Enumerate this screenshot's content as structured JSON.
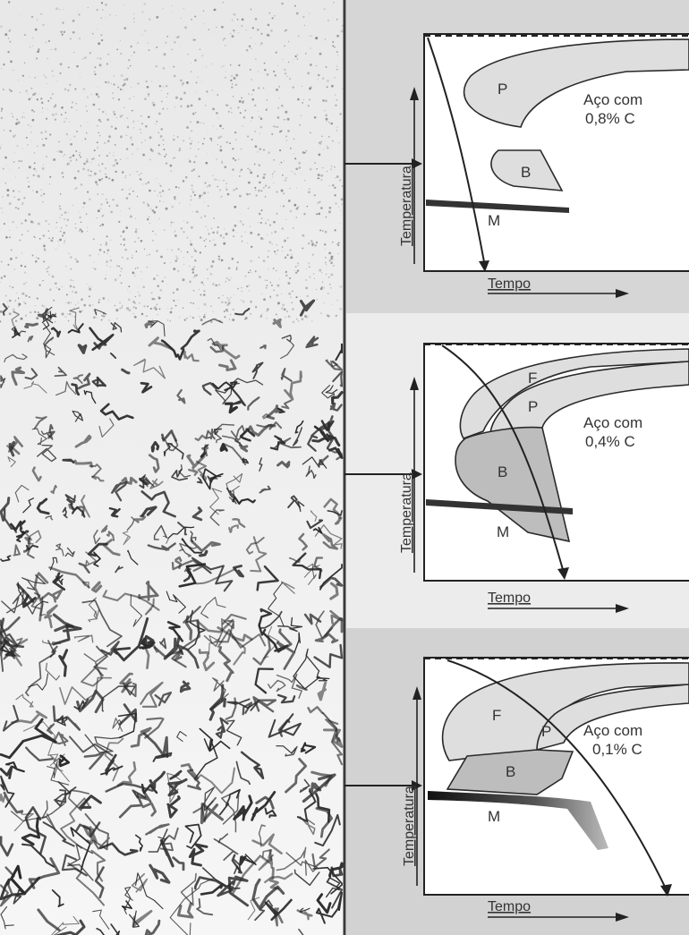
{
  "panels": [
    {
      "axis_y": "Temperatura",
      "axis_x": "Tempo",
      "steel_line1": "Aço com",
      "steel_line2": "0,8% C",
      "regions": {
        "p": "P",
        "b": "B",
        "m": "M"
      }
    },
    {
      "axis_y": "Temperatura",
      "axis_x": "Tempo",
      "steel_line1": "Aço com",
      "steel_line2": "0,4% C",
      "regions": {
        "f": "F",
        "p": "P",
        "b": "B",
        "m": "M"
      }
    },
    {
      "axis_y": "Temperatura",
      "axis_x": "Tempo",
      "steel_line1": "Aço com",
      "steel_line2": "0,1% C",
      "regions": {
        "f": "F",
        "p": "P",
        "b": "B",
        "m": "M"
      }
    }
  ],
  "colors": {
    "phase_light": "#dedede",
    "phase_bainite_dark": "#bdbdbd",
    "panel_band": "#d9d9d9",
    "line": "#2a2a2a",
    "micrograph_bg": "#f0f0f0",
    "grain": "#2b2b2b"
  }
}
